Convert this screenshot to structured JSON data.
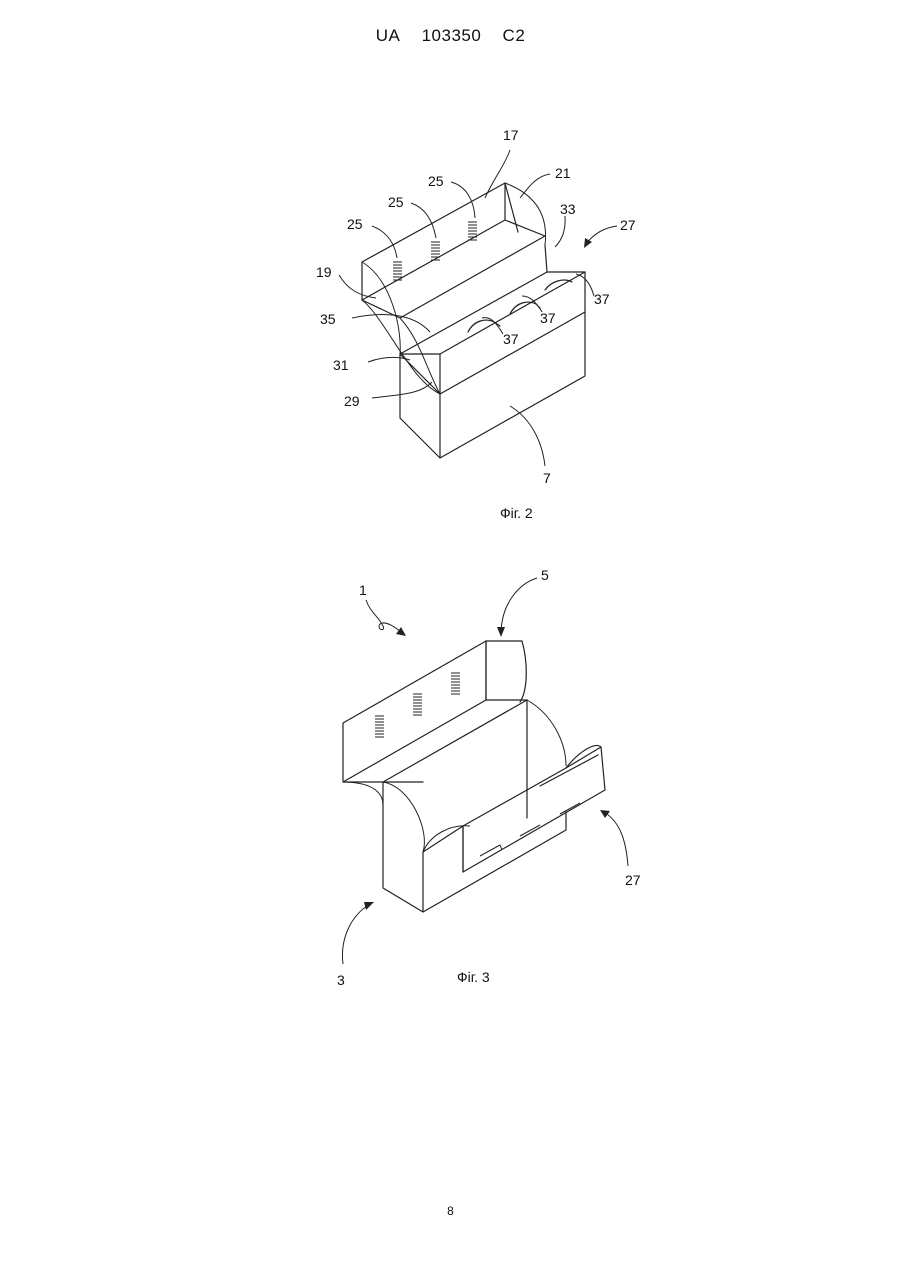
{
  "header": {
    "office": "UA",
    "number": "103350",
    "kind": "C2"
  },
  "figures": [
    {
      "caption": "Фіг. 2",
      "labels": [
        "17",
        "21",
        "25",
        "25",
        "25",
        "19",
        "33",
        "27",
        "35",
        "37",
        "37",
        "37",
        "31",
        "29",
        "7"
      ]
    },
    {
      "caption": "Фіг. 3",
      "labels": [
        "1",
        "5",
        "27",
        "3"
      ]
    }
  ],
  "page_number": "8"
}
